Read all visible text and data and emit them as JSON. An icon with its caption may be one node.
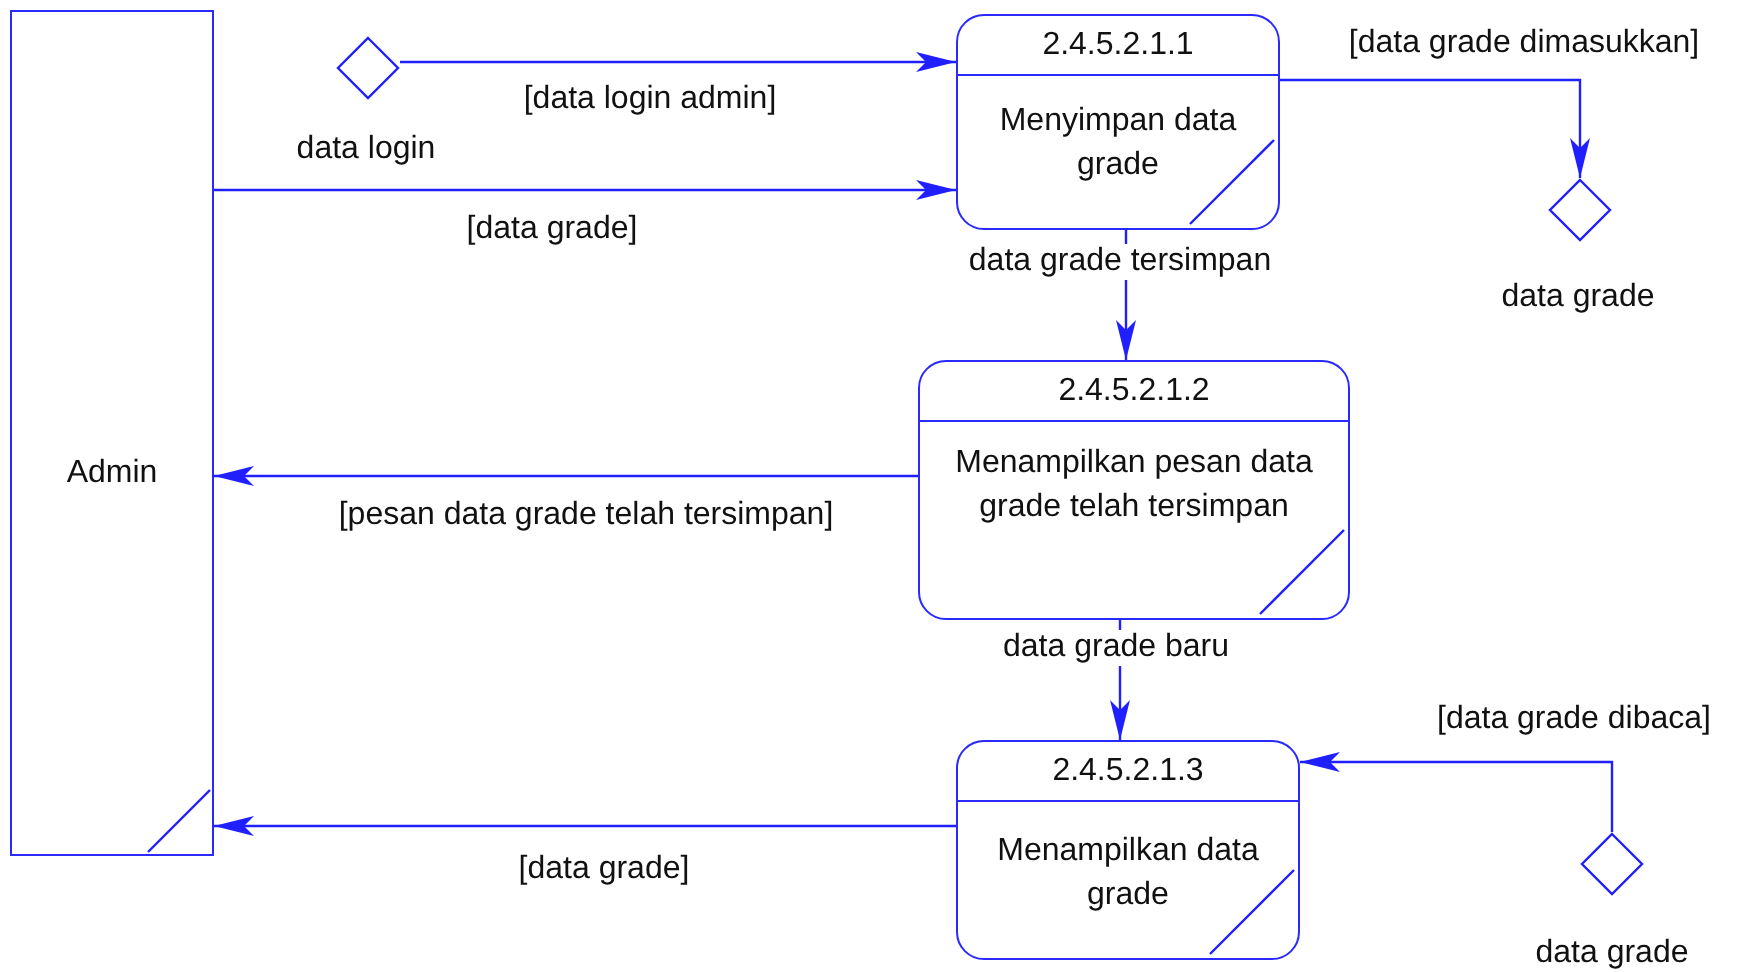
{
  "diagram": {
    "nodes": [
      {
        "text": [
          "Admin"
        ]
      },
      {
        "text": [],
        "shape": "diamond"
      },
      {
        "text": [
          "2.4.5.2.1.1",
          "Menyimpan data grade"
        ]
      },
      {
        "text": [],
        "shape": "diamond",
        "beside": [
          "data grade"
        ]
      },
      {
        "text": [
          "2.4.5.2.1.2",
          "Menampilkan pesan data grade telah tersimpan"
        ]
      },
      {
        "text": [
          "2.4.5.2.1.3",
          "Menampilkan data grade"
        ]
      },
      {
        "text": [],
        "shape": "diamond",
        "beside": [
          "data grade"
        ]
      }
    ],
    "edges": [
      {
        "from": 1,
        "to": 2,
        "arrow": "to",
        "label": "[data login admin]"
      },
      {
        "from": 0,
        "to": 2,
        "arrow": "to",
        "label": "[data grade]"
      },
      {
        "from": 2,
        "to": 3,
        "arrow": "to",
        "label": "[data grade dimasukkan]"
      },
      {
        "from": 2,
        "to": 4,
        "arrow": "to",
        "label": "data grade tersimpan"
      },
      {
        "from": 4,
        "to": 0,
        "arrow": "to",
        "label": "[pesan data grade telah tersimpan]"
      },
      {
        "from": 4,
        "to": 5,
        "arrow": "to",
        "label": "data grade baru"
      },
      {
        "from": 6,
        "to": 5,
        "arrow": "to",
        "label": "[data grade dibaca]"
      },
      {
        "from": 5,
        "to": 0,
        "arrow": "to",
        "label": "[data grade]"
      }
    ],
    "labels": [
      "data login"
    ]
  }
}
